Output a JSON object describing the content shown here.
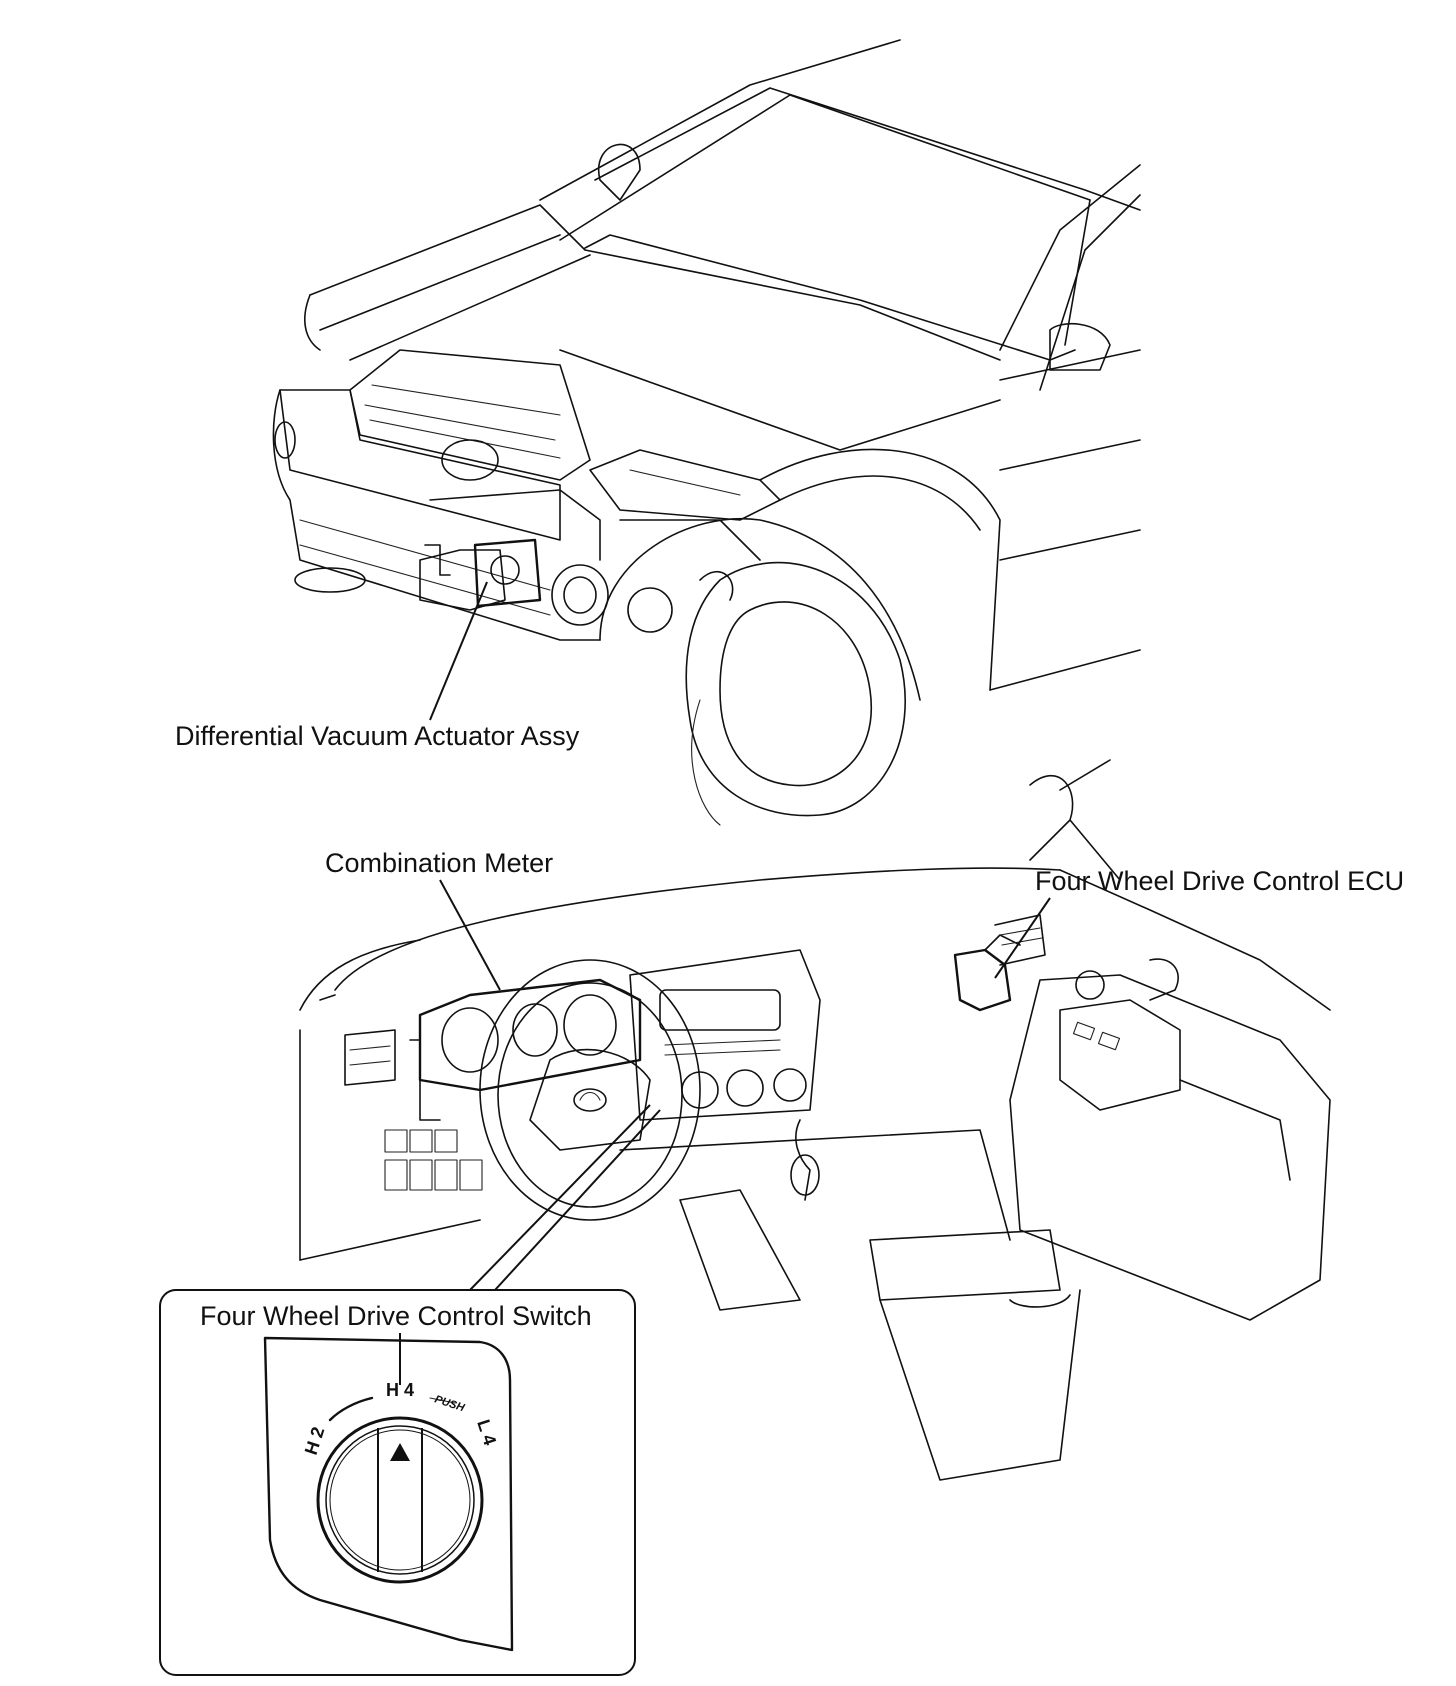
{
  "labels": {
    "differential_actuator": "Differential Vacuum Actuator Assy",
    "combination_meter": "Combination Meter",
    "four_wd_ecu": "Four Wheel Drive Control ECU",
    "four_wd_switch": "Four Wheel Drive Control Switch"
  },
  "switch_positions": {
    "h2": "H 2",
    "h4": "H 4",
    "push": "PUSH",
    "l4": "L 4"
  }
}
